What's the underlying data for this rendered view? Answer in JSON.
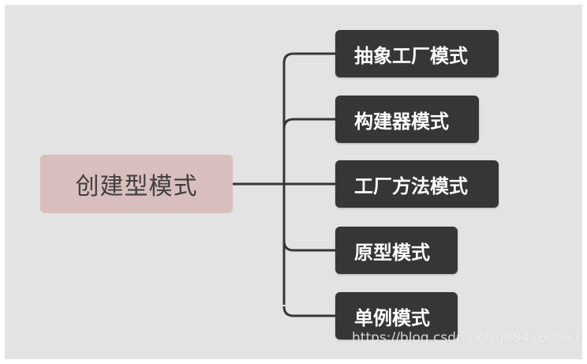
{
  "diagram": {
    "root": {
      "label": "创建型模式"
    },
    "children": [
      {
        "label": "抽象工厂模式"
      },
      {
        "label": "构建器模式"
      },
      {
        "label": "工厂方法模式"
      },
      {
        "label": "原型模式"
      },
      {
        "label": "单例模式"
      }
    ]
  },
  "watermark": {
    "text": "https://blog.csdn.net/g984160547"
  },
  "colors": {
    "background": "#e3e3e3",
    "root_fill": "#d8bebc",
    "root_text": "#3f3f3f",
    "child_fill": "#363636",
    "child_text": "#ffffff",
    "connector": "#363636"
  }
}
